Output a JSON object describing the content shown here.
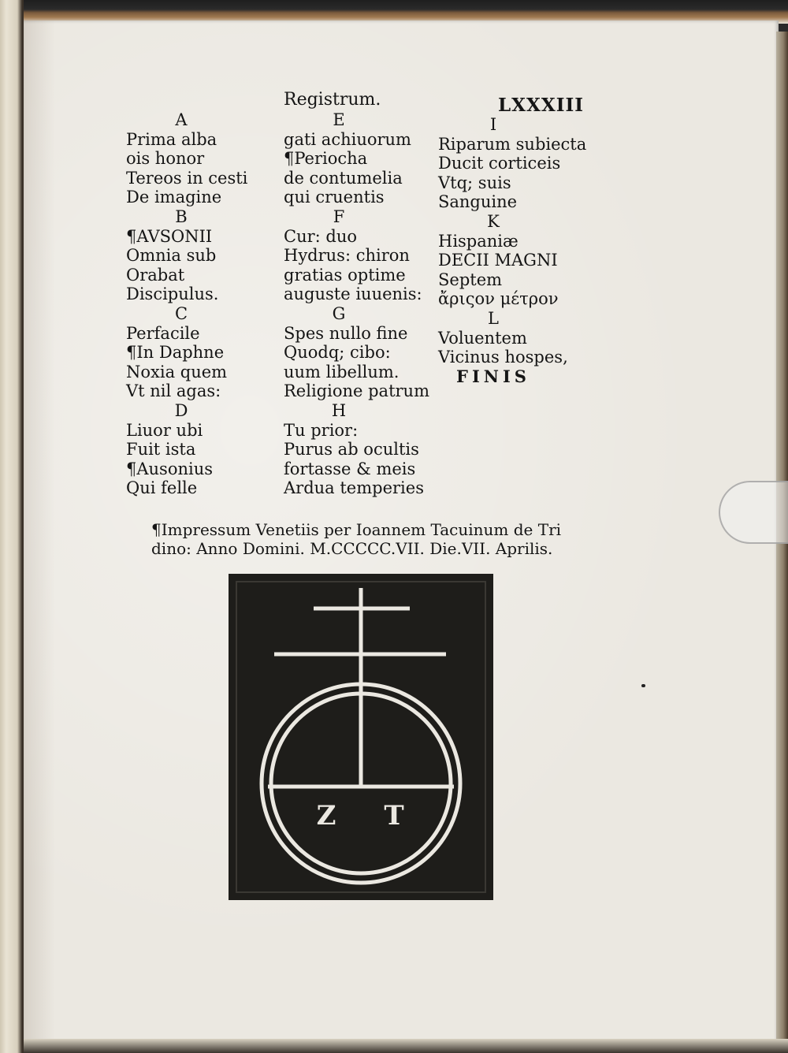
{
  "header": {
    "register_title": "Registrum.",
    "folio": "LXXXIII"
  },
  "register": {
    "column1": [
      {
        "type": "letter",
        "text": "A"
      },
      {
        "type": "line",
        "text": "Prima alba"
      },
      {
        "type": "line",
        "text": "ois honor"
      },
      {
        "type": "line",
        "text": "Tereos in cesti"
      },
      {
        "type": "line",
        "text": "De imagine"
      },
      {
        "type": "letter",
        "text": "B"
      },
      {
        "type": "line",
        "text": "¶AVSONII"
      },
      {
        "type": "line",
        "text": "Omnia sub"
      },
      {
        "type": "line",
        "text": "Orabat"
      },
      {
        "type": "line",
        "text": "Discipulus."
      },
      {
        "type": "letter",
        "text": "C"
      },
      {
        "type": "line",
        "text": "Perfacile"
      },
      {
        "type": "line",
        "text": "¶In Daphne"
      },
      {
        "type": "line",
        "text": "Noxia quem"
      },
      {
        "type": "line",
        "text": "Vt nil agas:"
      },
      {
        "type": "letter",
        "text": "D"
      },
      {
        "type": "line",
        "text": "Liuor ubi"
      },
      {
        "type": "line",
        "text": "Fuit ista"
      },
      {
        "type": "line",
        "text": "¶Ausonius"
      },
      {
        "type": "line",
        "text": "Qui felle"
      }
    ],
    "column2": [
      {
        "type": "letter",
        "text": "E"
      },
      {
        "type": "line",
        "text": "gati achiuorum"
      },
      {
        "type": "line",
        "text": "¶Periocha"
      },
      {
        "type": "line",
        "text": "de contumelia"
      },
      {
        "type": "line",
        "text": "qui cruentis"
      },
      {
        "type": "letter",
        "text": "F"
      },
      {
        "type": "line",
        "text": "Cur: duo"
      },
      {
        "type": "line",
        "text": "Hydrus: chiron"
      },
      {
        "type": "line",
        "text": "gratias optime"
      },
      {
        "type": "line",
        "text": "auguste iuuenis:"
      },
      {
        "type": "letter",
        "text": "G"
      },
      {
        "type": "line",
        "text": "Spes nullo fine"
      },
      {
        "type": "line",
        "text": "Quodq; cibo:"
      },
      {
        "type": "line",
        "text": "uum libellum."
      },
      {
        "type": "line",
        "text": "Religione patrum"
      },
      {
        "type": "letter",
        "text": "H"
      },
      {
        "type": "line",
        "text": "Tu prior:"
      },
      {
        "type": "line",
        "text": "Purus ab ocultis"
      },
      {
        "type": "line",
        "text": "fortasse & meis"
      },
      {
        "type": "line",
        "text": "Ardua temperies"
      }
    ],
    "column3": [
      {
        "type": "letter",
        "text": "I"
      },
      {
        "type": "line",
        "text": "Riparum subiecta"
      },
      {
        "type": "line",
        "text": "Ducit corticeis"
      },
      {
        "type": "line",
        "text": "Vtq; suis"
      },
      {
        "type": "line",
        "text": "Sanguine"
      },
      {
        "type": "letter",
        "text": "K"
      },
      {
        "type": "line",
        "text": "Hispaniæ"
      },
      {
        "type": "line",
        "text": "DECII MAGNI"
      },
      {
        "type": "line",
        "text": "Septem"
      },
      {
        "type": "line",
        "text": "ἄριςον μέτρον"
      },
      {
        "type": "letter",
        "text": "L"
      },
      {
        "type": "line",
        "text": "Voluentem"
      },
      {
        "type": "line",
        "text": "Vicinus hospes,"
      },
      {
        "type": "finis",
        "text": "FINIS"
      }
    ]
  },
  "colophon": {
    "line1": "¶Impressum Venetiis per Ioannem Tacuinum de Tri",
    "line2": "dino: Anno Domini. M.CCCCC.VII. Die.VII. Aprilis."
  },
  "printer_mark": {
    "initials": [
      "Z",
      "T"
    ],
    "ink_color": "#1e1d1a",
    "paper_color": "#ebe8e1"
  }
}
